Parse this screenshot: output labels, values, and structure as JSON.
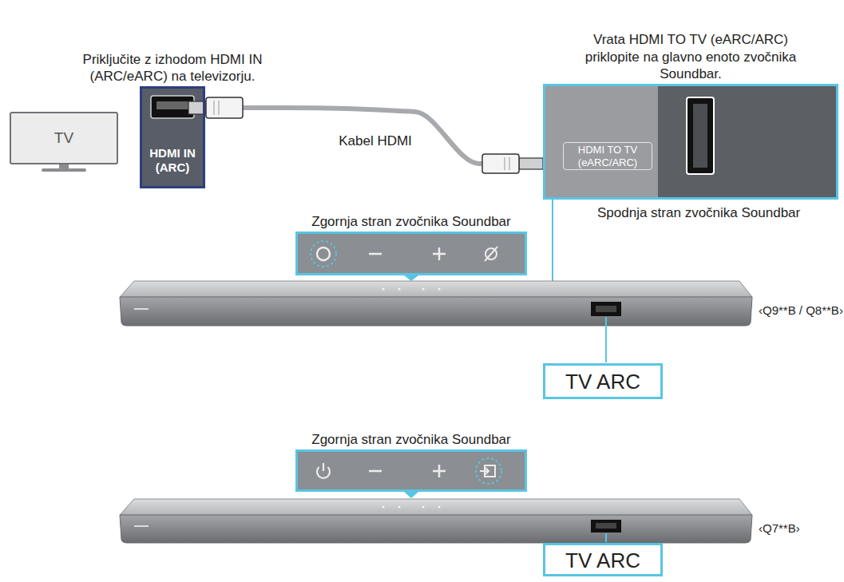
{
  "diagram": {
    "nodes": [
      {
        "text": [
          "TV"
        ]
      },
      {
        "text": [
          "Priključite z izhodom HDMI IN (ARC/eARC) na televizorju.",
          "HDMI IN (ARC)"
        ]
      },
      {
        "text": [
          "Vrata HDMI TO TV (eARC/ARC) priklopite na glavno enoto zvočnika Soundbar.",
          "HDMI TO TV (eARC/ARC)"
        ]
      },
      {
        "text": [
          "Zgornja stran zvočnika Soundbar"
        ]
      },
      {
        "text": [
          "TV ARC"
        ]
      },
      {
        "text": [
          "Zgornja stran zvočnika Soundbar"
        ]
      },
      {
        "text": [
          "TV ARC"
        ]
      }
    ],
    "edges": [
      {
        "from": 1,
        "to": 2,
        "arrow": "none",
        "label": "Kabel HDMI"
      }
    ],
    "labels": [
      "Spodnja stran zvočnika Soundbar",
      "‹Q9**B / Q8**B›",
      "‹Q7**B›"
    ]
  }
}
